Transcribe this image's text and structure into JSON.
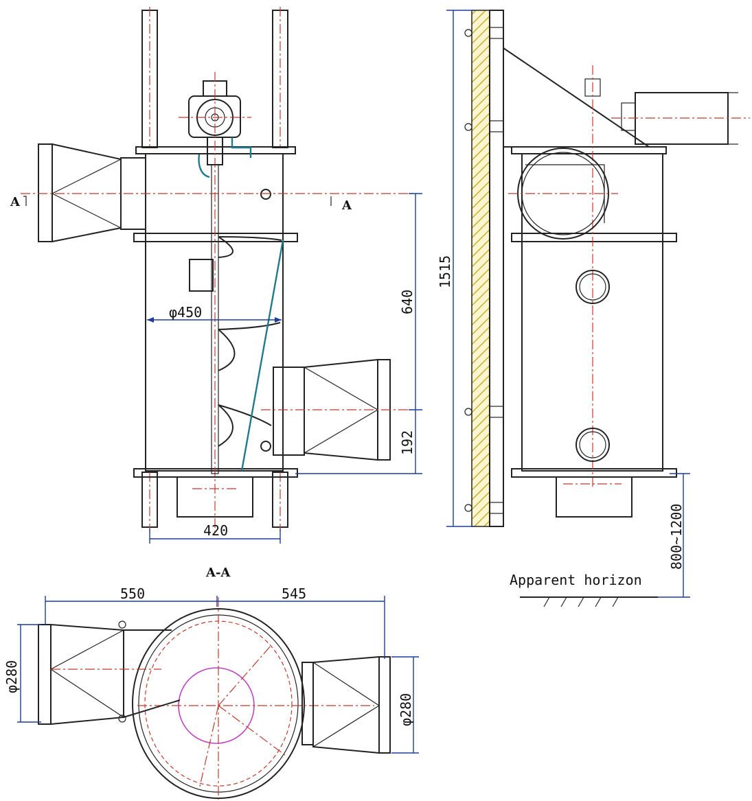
{
  "labels": {
    "section_mark_left": "A",
    "section_mark_right": "A",
    "section_title": "A-A",
    "dim_diameter_450": "φ450",
    "dim_width_420": "420",
    "dim_height_640": "640",
    "dim_height_192": "192",
    "dim_height_1515": "1515",
    "dim_range_800_1200": "800~1200",
    "dim_550": "550",
    "dim_545": "545",
    "dim_inlet_280": "φ280",
    "dim_outlet_280": "φ280",
    "ground_label": "Apparent horizon"
  },
  "colors": {
    "line": "#222222",
    "dimension": "#1b3c9e",
    "centerline": "#c0392b",
    "circle_inner": "#c040c0",
    "wall_hatch": "#c8b030",
    "teal_pipe": "#1f7a8c"
  }
}
